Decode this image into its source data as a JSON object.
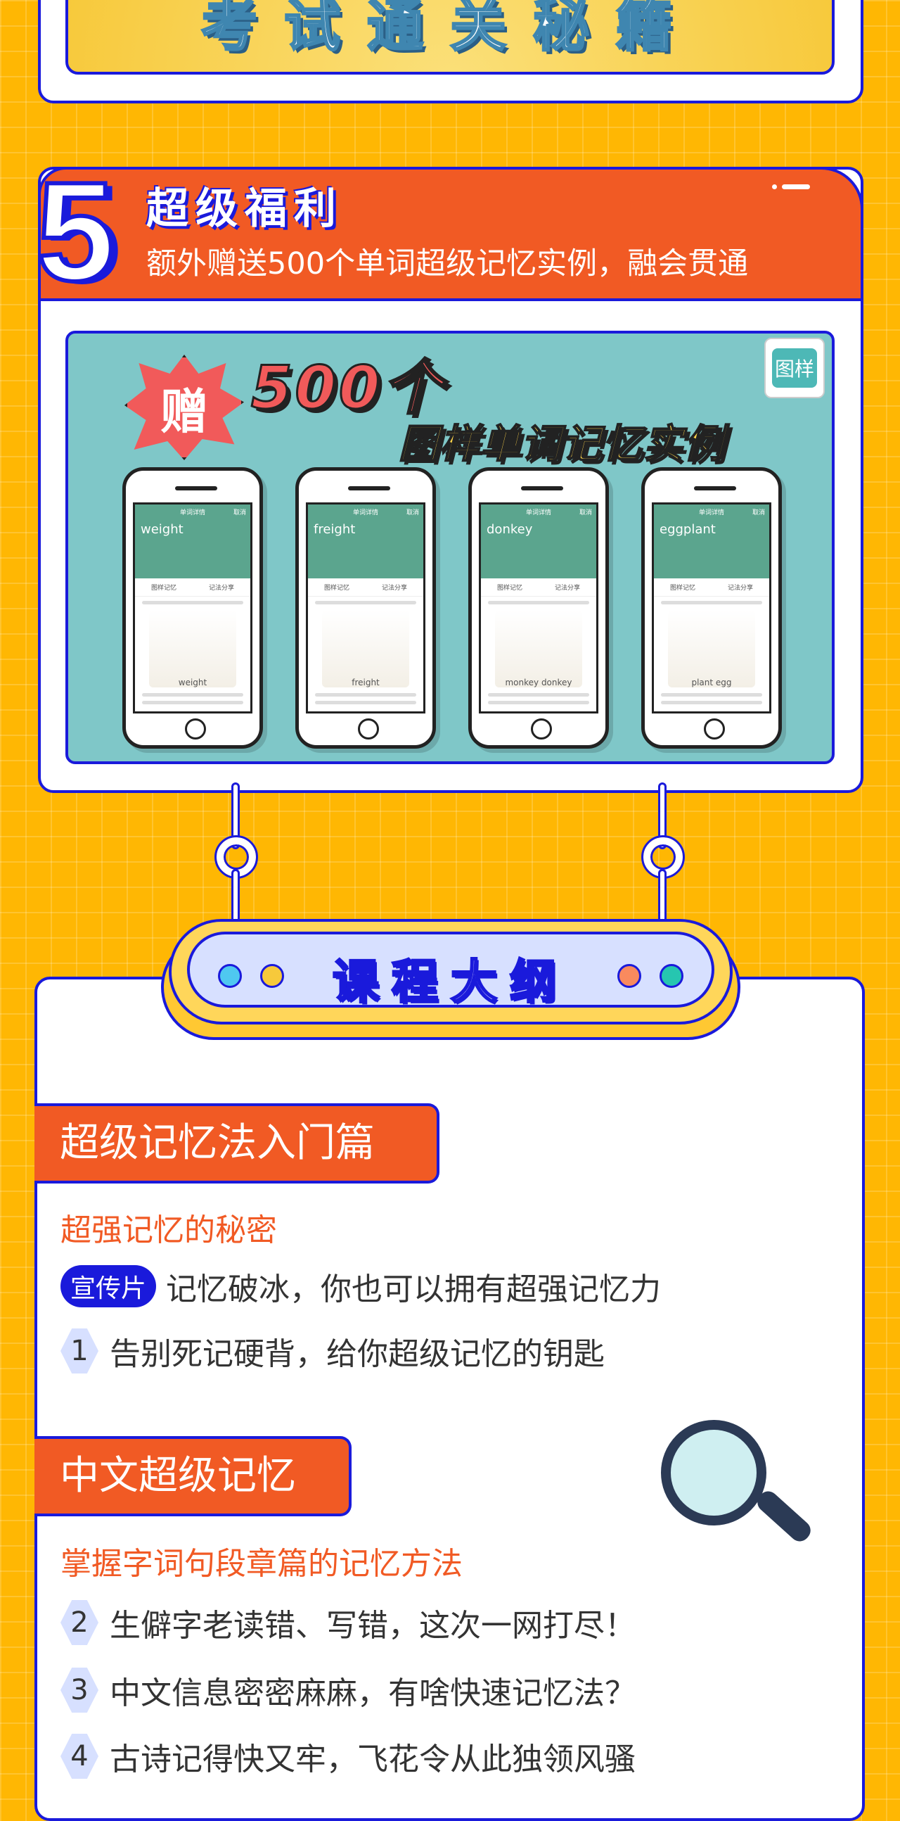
{
  "top_banner": {
    "title": "考试通关秘籍"
  },
  "section5": {
    "number": "5",
    "title": "超级福利",
    "subtitle": "额外赠送500个单词超级记忆实例，融会贯通"
  },
  "gift_image": {
    "gift_char": "赠",
    "count": "500个",
    "caption": "图样单词记忆实例",
    "logo": "图样",
    "phones": [
      {
        "nav": "单词详情",
        "cancel": "取消",
        "word": "weight",
        "tab1": "图样记忆",
        "tab2": "记法分享",
        "pic_label": "weight"
      },
      {
        "nav": "单词详情",
        "cancel": "取消",
        "word": "freight",
        "tab1": "图样记忆",
        "tab2": "记法分享",
        "pic_label": "freight"
      },
      {
        "nav": "单词详情",
        "cancel": "取消",
        "word": "donkey",
        "tab1": "图样记忆",
        "tab2": "记法分享",
        "pic_label": "monkey  donkey"
      },
      {
        "nav": "单词详情",
        "cancel": "取消",
        "word": "eggplant",
        "tab1": "图样记忆",
        "tab2": "记法分享",
        "pic_label": "plant  egg"
      }
    ]
  },
  "outline": {
    "title": "课程大纲",
    "dot_colors": [
      "#4FC8F0",
      "#F7C93B",
      "#F98A5E",
      "#26C6B0"
    ],
    "sections": [
      {
        "header": "超级记忆法入门篇",
        "subtitle": "超强记忆的秘密",
        "items": [
          {
            "badge": "宣传片",
            "text": "记忆破冰，你也可以拥有超强记忆力"
          },
          {
            "num": "1",
            "text": "告别死记硬背，给你超级记忆的钥匙"
          }
        ]
      },
      {
        "header": "中文超级记忆",
        "subtitle": "掌握字词句段章篇的记忆方法",
        "items": [
          {
            "num": "2",
            "text": "生僻字老读错、写错，这次一网打尽！"
          },
          {
            "num": "3",
            "text": "中文信息密密麻麻，有啥快速记忆法？"
          },
          {
            "num": "4",
            "text": "古诗记得快又牢，飞花令从此独领风骚"
          }
        ]
      }
    ]
  },
  "colors": {
    "background": "#FFB703",
    "accent_orange": "#F15A24",
    "border_blue": "#1a1adb",
    "teal": "#7FC7C8"
  }
}
